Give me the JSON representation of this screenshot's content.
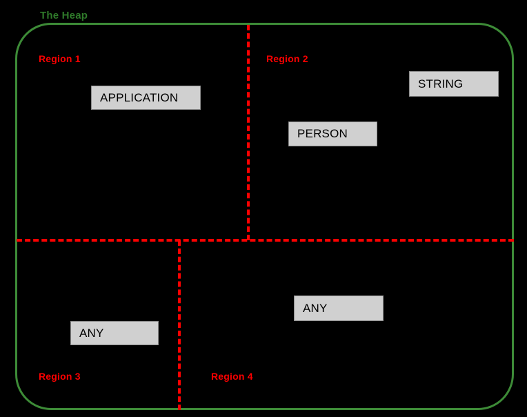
{
  "diagram": {
    "title": "The Heap",
    "title_color": "#2f7a2a",
    "border_color": "#3d8b37",
    "divider_color": "#fd0000",
    "box_fill": "#d0d0d0",
    "box_border": "#8d8d8d",
    "background": "#000000",
    "regions": [
      {
        "id": "region-1",
        "label": "Region 1"
      },
      {
        "id": "region-2",
        "label": "Region 2"
      },
      {
        "id": "region-3",
        "label": "Region 3"
      },
      {
        "id": "region-4",
        "label": "Region 4"
      }
    ],
    "objects": [
      {
        "id": "box-application",
        "label": "APPLICATION",
        "region": "Region 1"
      },
      {
        "id": "box-string",
        "label": "STRING",
        "region": "Region 2"
      },
      {
        "id": "box-person",
        "label": "PERSON",
        "region": "Region 2"
      },
      {
        "id": "box-any-r3",
        "label": "ANY",
        "region": "Region 3"
      },
      {
        "id": "box-any-r4",
        "label": "ANY",
        "region": "Region 4"
      }
    ]
  }
}
